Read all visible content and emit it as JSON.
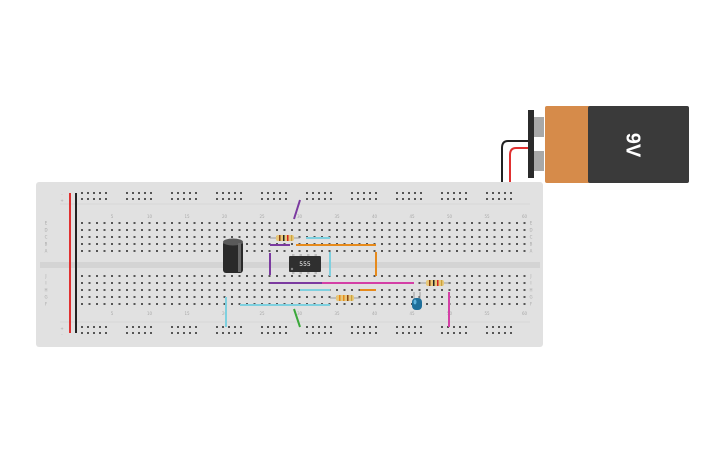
{
  "battery": {
    "label": "9V",
    "body_color": "#3a3a3a",
    "band_color": "#d68b4a"
  },
  "ic": {
    "label": "555",
    "color": "#2f2f2f"
  },
  "breadboard": {
    "color": "#e1e1e1",
    "hole_color": "#555555",
    "rail_positive_color": "#e03030",
    "rail_negative_color": "#222222",
    "column_numbers": [
      "5",
      "10",
      "15",
      "20",
      "25",
      "30",
      "35",
      "40",
      "45",
      "50",
      "55",
      "60"
    ],
    "row_letters_top": [
      "A",
      "B",
      "C",
      "D",
      "E"
    ],
    "row_letters_bottom": [
      "F",
      "G",
      "H",
      "I",
      "J"
    ],
    "rail_marks": [
      "+",
      "-"
    ]
  },
  "components": {
    "capacitor": "electrolytic-capacitor",
    "led": "blue-led",
    "resistors": [
      "resistor-1",
      "resistor-2",
      "resistor-3"
    ]
  },
  "wire_colors": {
    "red": "#e03030",
    "black": "#222222",
    "purple": "#7b3aa0",
    "orange": "#e68a1c",
    "cyan": "#7ed0df",
    "magenta": "#d43fa6",
    "green": "#3aa83a"
  }
}
